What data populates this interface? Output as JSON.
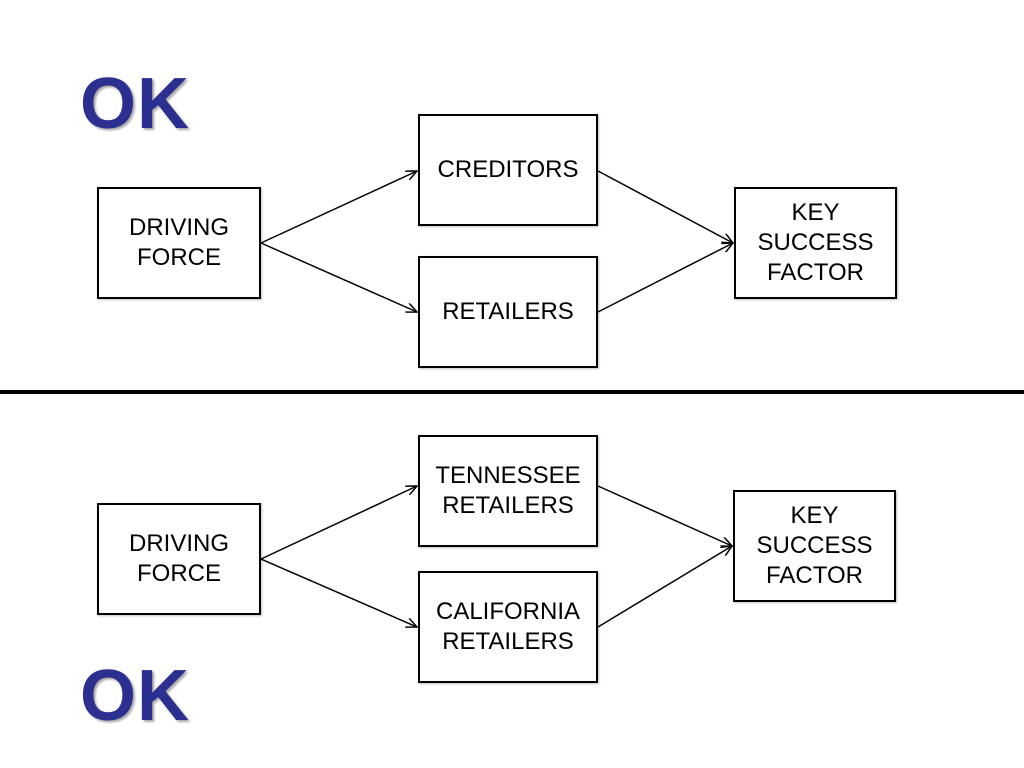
{
  "colors": {
    "ok_text": "#2b2f8f",
    "lines": "#000000",
    "background": "#ffffff"
  },
  "top_section": {
    "badge": "OK",
    "driving_force": "DRIVING FORCE",
    "middle_top": "CREDITORS",
    "middle_bottom": "RETAILERS",
    "key_success_factor": "KEY SUCCESS FACTOR"
  },
  "bottom_section": {
    "badge": "OK",
    "driving_force": "DRIVING FORCE",
    "middle_top": "TENNESSEE RETAILERS",
    "middle_bottom": "CALIFORNIA RETAILERS",
    "key_success_factor": "KEY SUCCESS FACTOR"
  }
}
